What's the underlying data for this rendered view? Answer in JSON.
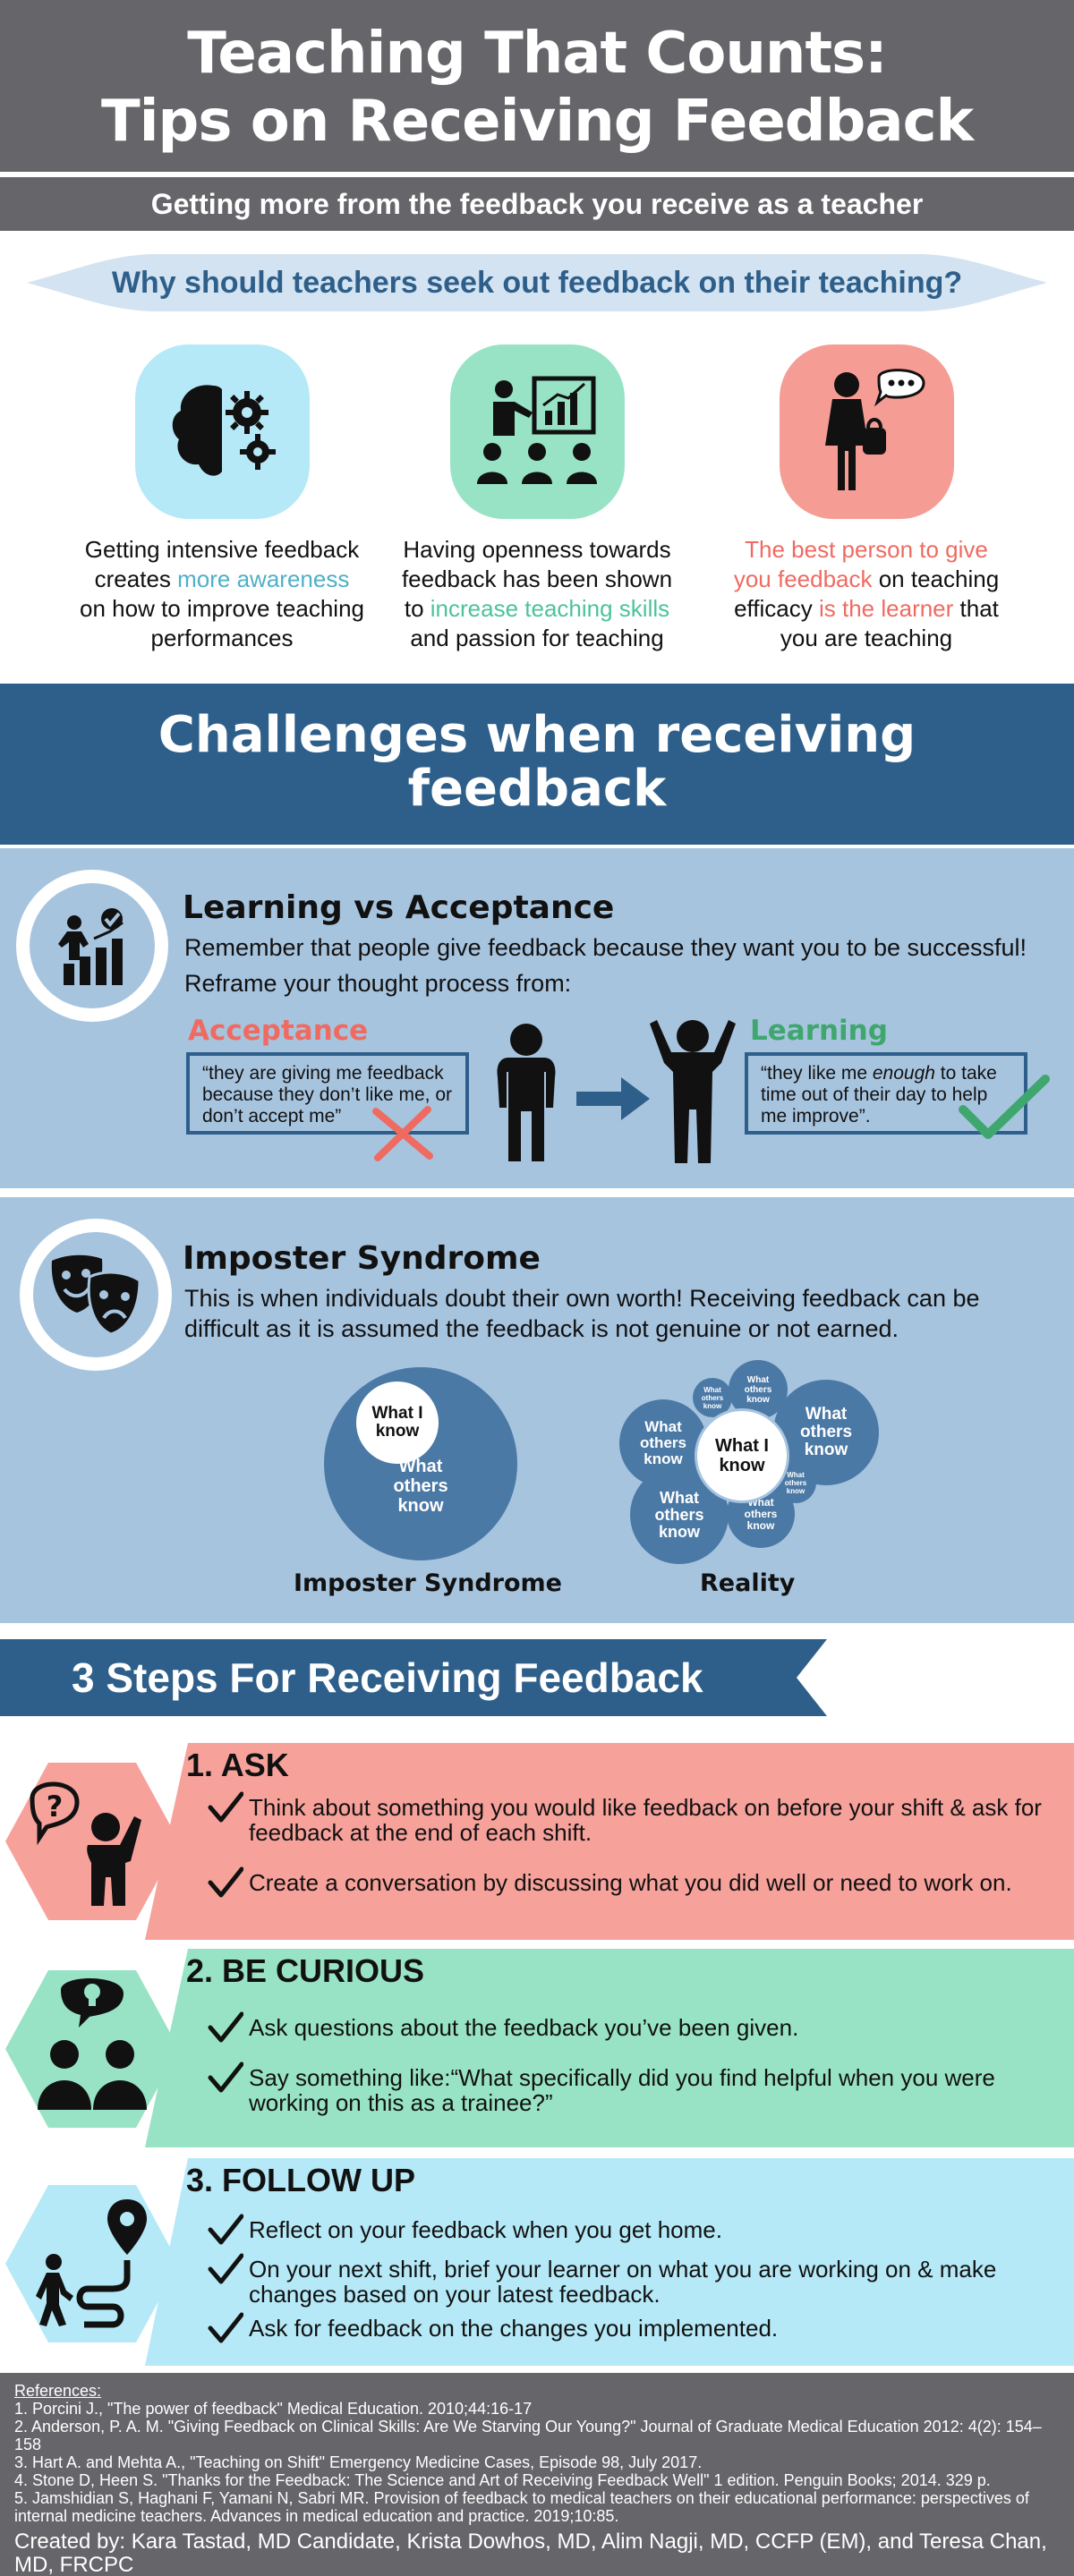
{
  "header": {
    "title_line1": "Teaching That Counts:",
    "title_line2": "Tips on Receiving Feedback",
    "subtitle": "Getting more from the feedback you receive as a teacher"
  },
  "why": {
    "question": "Why should teachers seek out feedback on their teaching?",
    "items": [
      {
        "icon": "brain-gears-icon",
        "color": "#b5e9f7",
        "text_before": "Getting intensive feedback creates ",
        "highlight": "more awareness",
        "text_after": " on how to improve teaching performances"
      },
      {
        "icon": "presentation-audience-icon",
        "color": "#98e3c6",
        "text_before": "Having openness towards feedback has been shown to ",
        "highlight": "increase teaching skills",
        "text_after": " and passion for teaching"
      },
      {
        "icon": "student-speech-icon",
        "color": "#f59d95",
        "highlight1": "The best person to give you feedback",
        "text_mid": " on teaching efficacy ",
        "highlight2": "is the learner",
        "text_after": " that you are teaching"
      }
    ]
  },
  "challenges": {
    "title_line1": "Challenges when receiving",
    "title_line2": "feedback",
    "learning": {
      "title": "Learning vs Acceptance",
      "line1": "Remember that people give feedback because they want you to be successful!",
      "line2": "Reframe your thought process from:",
      "acceptance_label": "Acceptance",
      "acceptance_quote": "“they are giving me feedback because they don’t like me, or don’t accept me”",
      "learning_label": "Learning",
      "learning_quote_before": "“they like me ",
      "learning_quote_em": "enough",
      "learning_quote_after": " to take time out of their day to help me improve”."
    },
    "imposter": {
      "title": "Imposter Syndrome",
      "text": "This is when individuals doubt their own worth! Receiving feedback can be difficult as it is assumed the feedback is not genuine or not earned.",
      "what_i_know": "What I know",
      "what_others_know": "What others know",
      "label_left": "Imposter Syndrome",
      "label_right": "Reality"
    }
  },
  "steps": {
    "title": "3 Steps For Receiving Feedback",
    "items": [
      {
        "title": "1. ASK",
        "color": "#f7a19b",
        "icon": "question-person-icon",
        "bullets": [
          "Think about something you would like feedback on before your shift & ask for feedback at the end of each shift.",
          "Create a conversation by discussing what you did well or need to work on."
        ]
      },
      {
        "title": "2. BE CURIOUS",
        "color": "#98e3c6",
        "icon": "lightbulb-people-icon",
        "bullets": [
          "Ask questions about the feedback you’ve been given.",
          "Say something like:“What specifically did you find helpful when you were working on this as a trainee?”"
        ]
      },
      {
        "title": "3. FOLLOW UP",
        "color": "#b5e9f7",
        "icon": "path-walker-icon",
        "bullets": [
          "Reflect on your feedback when you get home.",
          "On your next shift, brief your learner on what you are working on & make changes based on your latest feedback.",
          "Ask for feedback on the changes you implemented."
        ]
      }
    ]
  },
  "footer": {
    "references_heading": "References:",
    "references": [
      "1. Porcini J., \"The power of feedback\" Medical Education. 2010;44:16-17",
      "2. Anderson, P. A. M. \"Giving Feedback on Clinical Skills: Are We Starving Our Young?\" Journal of Graduate Medical Education 2012: 4(2): 154–158",
      "3. Hart A. and Mehta A., \"Teaching on Shift\" Emergency Medicine Cases, Episode 98, July 2017.",
      "4. Stone D, Heen S. \"Thanks for the Feedback: The Science and Art of Receiving Feedback Well\" 1 edition. Penguin Books; 2014. 329 p.",
      "5. Jamshidian S, Haghani F, Yamani N, Sabri MR. Provision of feedback to medical teachers on their educational performance: perspectives of internal medicine teachers. Advances in medical education and practice. 2019;10:85."
    ],
    "credit": "Created by: Kara Tastad, MD Candidate, Krista Dowhos, MD, Alim Nagji, MD, CCFP (EM),  and Teresa Chan, MD, FRCPC"
  }
}
